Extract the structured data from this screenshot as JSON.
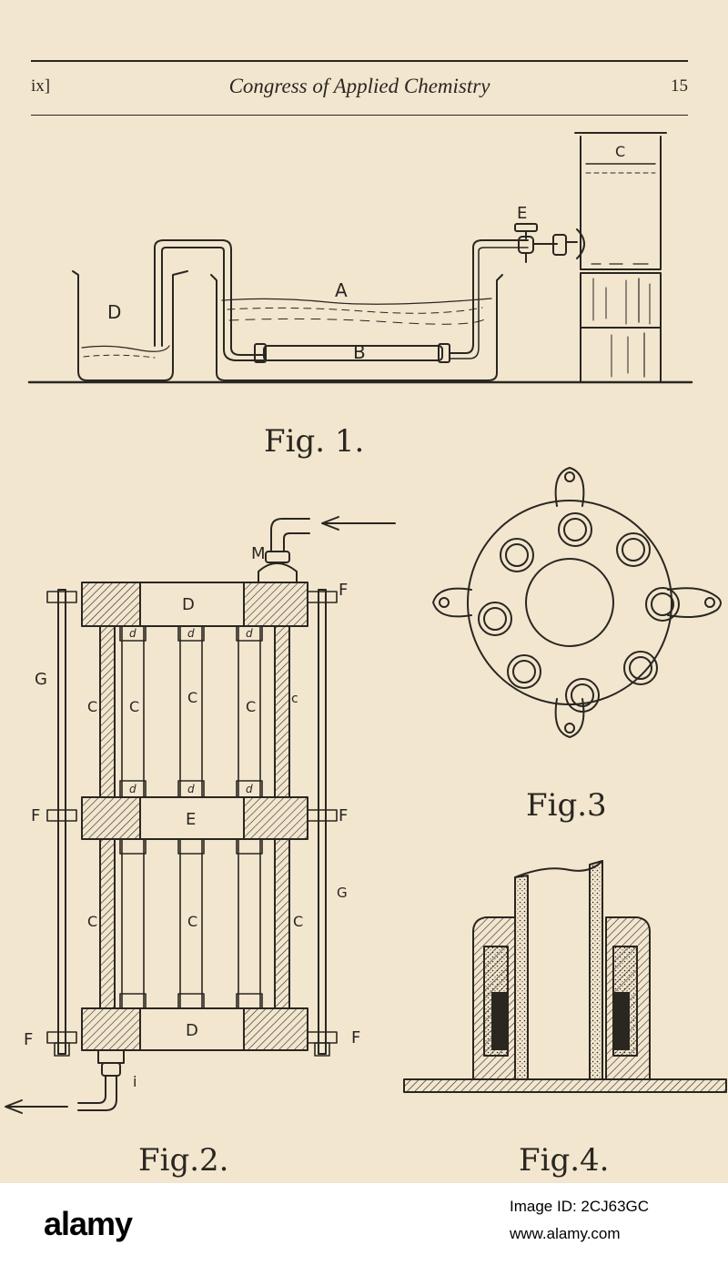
{
  "header": {
    "chapter": "ix]",
    "running_title": "Congress of Applied Chemistry",
    "page_number": "15"
  },
  "fig1": {
    "caption": "Fig. 1.",
    "labels": {
      "A": "A",
      "B": "B",
      "C": "C",
      "D": "D",
      "E": "E"
    }
  },
  "fig2": {
    "caption": "Fig.2.",
    "labels": {
      "M": "M",
      "F": "F",
      "G": "G",
      "D": "D",
      "E": "E",
      "C": "C",
      "c": "c",
      "d": "d",
      "i": "i"
    }
  },
  "fig3": {
    "caption": "Fig.3"
  },
  "fig4": {
    "caption": "Fig.4."
  },
  "footer": {
    "logo": "alamy",
    "image_id": "Image ID: 2CJ63GC",
    "url": "www.alamy.com"
  },
  "colors": {
    "paper": "#f2e6cf",
    "ink": "#2a2620"
  }
}
